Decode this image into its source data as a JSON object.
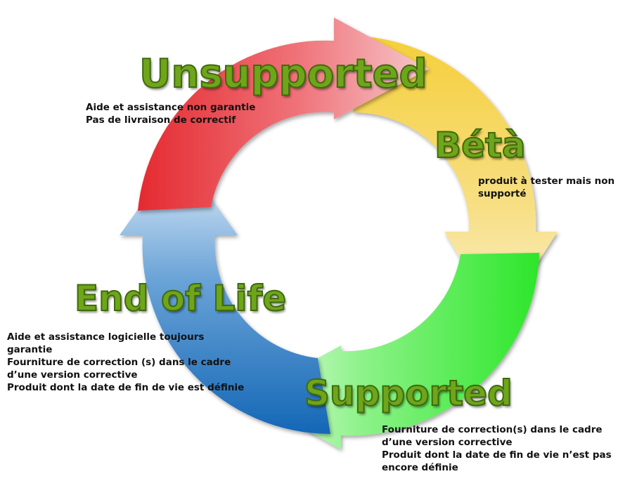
{
  "phases": {
    "unsupported": {
      "title": "Unsupported",
      "lines": [
        "Aide et assistance non garantie",
        "Pas de livraison de correctif"
      ]
    },
    "beta": {
      "title": "Bétà",
      "lines": [
        "produit à tester mais non",
        "supporté"
      ]
    },
    "end_of_life": {
      "title": "End of Life",
      "lines": [
        "Aide et assistance logicielle toujours",
        "garantie",
        "Fourniture de correction (s) dans le cadre",
        "d’une version corrective",
        "Produit dont la date de fin de vie est définie"
      ]
    },
    "supported": {
      "title": "Supported",
      "lines": [
        "Fourniture de correction(s) dans le cadre",
        "d’une version corrective",
        "Produit dont la date de fin de vie n’est pas",
        "encore définie"
      ]
    }
  },
  "colors": {
    "unsupported_arrow": "#e8383d",
    "beta_arrow": "#f5d343",
    "supported_arrow": "#3fe73a",
    "eol_arrow": "#2e7fc6",
    "title_green": "#6fa51b"
  }
}
